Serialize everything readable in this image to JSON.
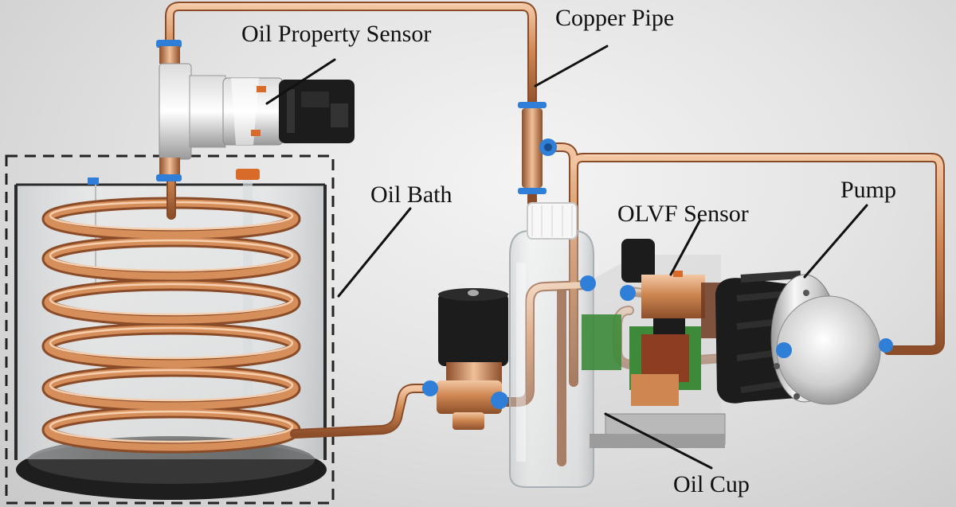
{
  "labels": {
    "oil_property_sensor": "Oil Property Sensor",
    "copper_pipe": "Copper Pipe",
    "oil_bath": "Oil Bath",
    "pump": "Pump",
    "olvf_sensor": "OLVF Sensor",
    "oil_cup": "Oil Cup"
  },
  "colors": {
    "copper": "#c9814f",
    "copper_highlight": "#f0c3a0",
    "fitting_blue": "#2f7fd8",
    "fitting_orange": "#d86a2a",
    "dark_housing": "#1c1c1c",
    "pcb_green": "#3d8a3a",
    "dashed_box": "#222222"
  }
}
